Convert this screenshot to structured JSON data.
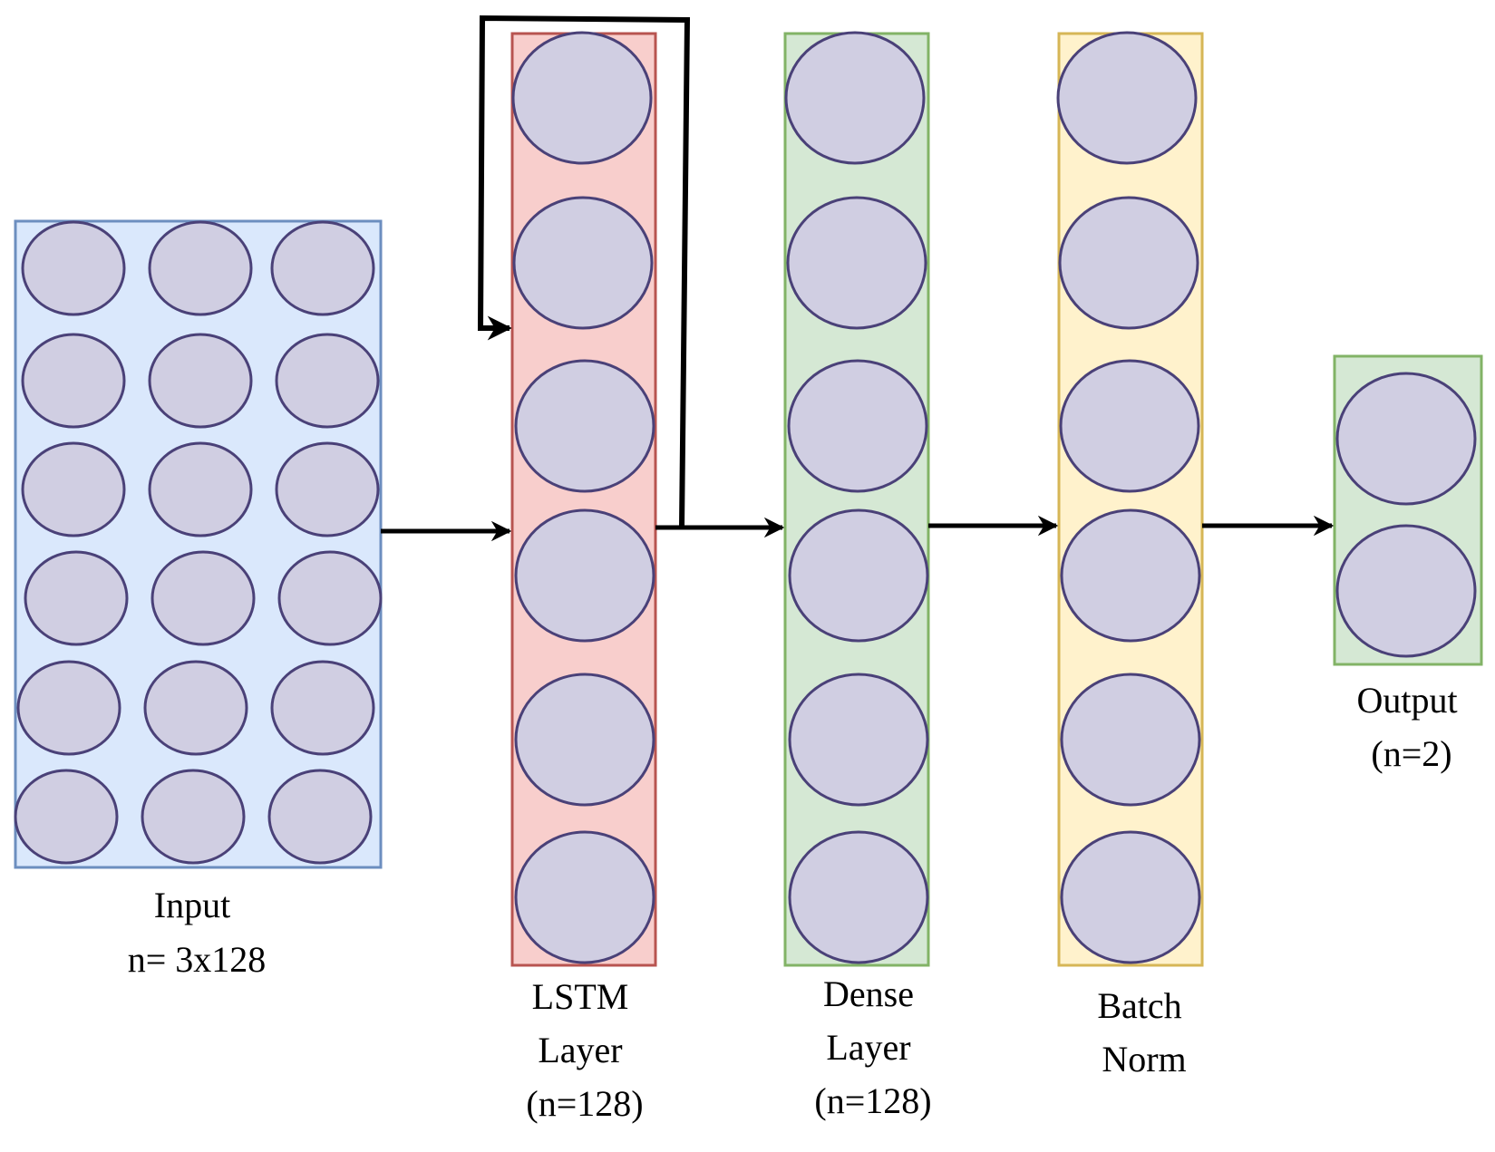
{
  "colors": {
    "node_fill": "#D0CEE2",
    "node_stroke": "#4A4178",
    "arrow": "#000000",
    "input_fill": "#DAE8FC",
    "input_stroke": "#6C8EBF",
    "lstm_fill": "#F8CECC",
    "lstm_stroke": "#B85450",
    "dense_fill": "#D5E8D4",
    "dense_stroke": "#82B366",
    "batch_fill": "#FFF2CC",
    "batch_stroke": "#D6B656",
    "output_fill": "#D5E8D4",
    "output_stroke": "#82B366"
  },
  "layers": {
    "input": {
      "label_lines": [
        "Input",
        "n= 3x128"
      ]
    },
    "lstm": {
      "label_lines": [
        "LSTM",
        "Layer",
        "(n=128)"
      ]
    },
    "dense": {
      "label_lines": [
        "Dense",
        "Layer",
        "(n=128)"
      ]
    },
    "batch": {
      "label_lines": [
        "Batch",
        "Norm"
      ]
    },
    "output": {
      "label_lines": [
        "Output",
        "(n=2)"
      ]
    }
  }
}
